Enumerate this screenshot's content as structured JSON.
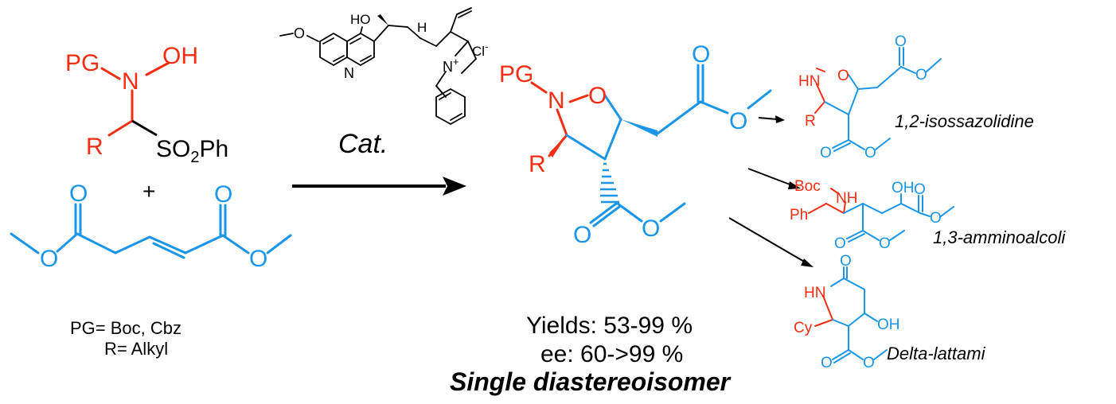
{
  "colors": {
    "red": "#f52d13",
    "blue": "#1a96e8",
    "black": "#000000"
  },
  "reagent1": {
    "pg": "PG",
    "n": "N",
    "oh": "OH",
    "r": "R",
    "so2": "SO",
    "so2_sub": "2",
    "ph": "Ph"
  },
  "plus": "+",
  "diester": {
    "o1": "O",
    "o2": "O",
    "o3": "O",
    "o4": "O"
  },
  "catalyst": {
    "label": "Cat.",
    "n_quin": "N",
    "ho": "HO",
    "h": "H",
    "n_plus": "N",
    "plus_sign": "+",
    "cl": "Cl",
    "cl_minus": "-"
  },
  "conditions": {
    "pg": "PG= Boc, Cbz",
    "r": "R= Alkyl"
  },
  "product": {
    "pg": "PG",
    "n": "N",
    "o_ring": "O",
    "r": "R",
    "o_top1": "O",
    "o_top2": "O",
    "o_bot1": "O",
    "o_bot2": "O"
  },
  "results": {
    "yields": "Yields: 53-99 %",
    "ee": "ee: 60->99 %",
    "diastereo": "Single diastereoisomer"
  },
  "derivative1": {
    "label": "1,2-isossazolidine",
    "hn": "HN",
    "o_ring": "O",
    "r": "R",
    "o_a": "O",
    "o_b": "O",
    "o_c": "O",
    "o_d": "O"
  },
  "derivative2": {
    "label": "1,3-amminoalcoli",
    "boc": "Boc",
    "nh": "NH",
    "oh": "OH",
    "ph": "Ph",
    "o_a": "O",
    "o_b": "O",
    "o_c": "O",
    "o_d": "O"
  },
  "derivative3": {
    "label": "Delta-lattami",
    "hn": "HN",
    "o_carbonyl": "O",
    "cy": "Cy",
    "oh": "OH",
    "o_a": "O",
    "o_b": "O"
  }
}
